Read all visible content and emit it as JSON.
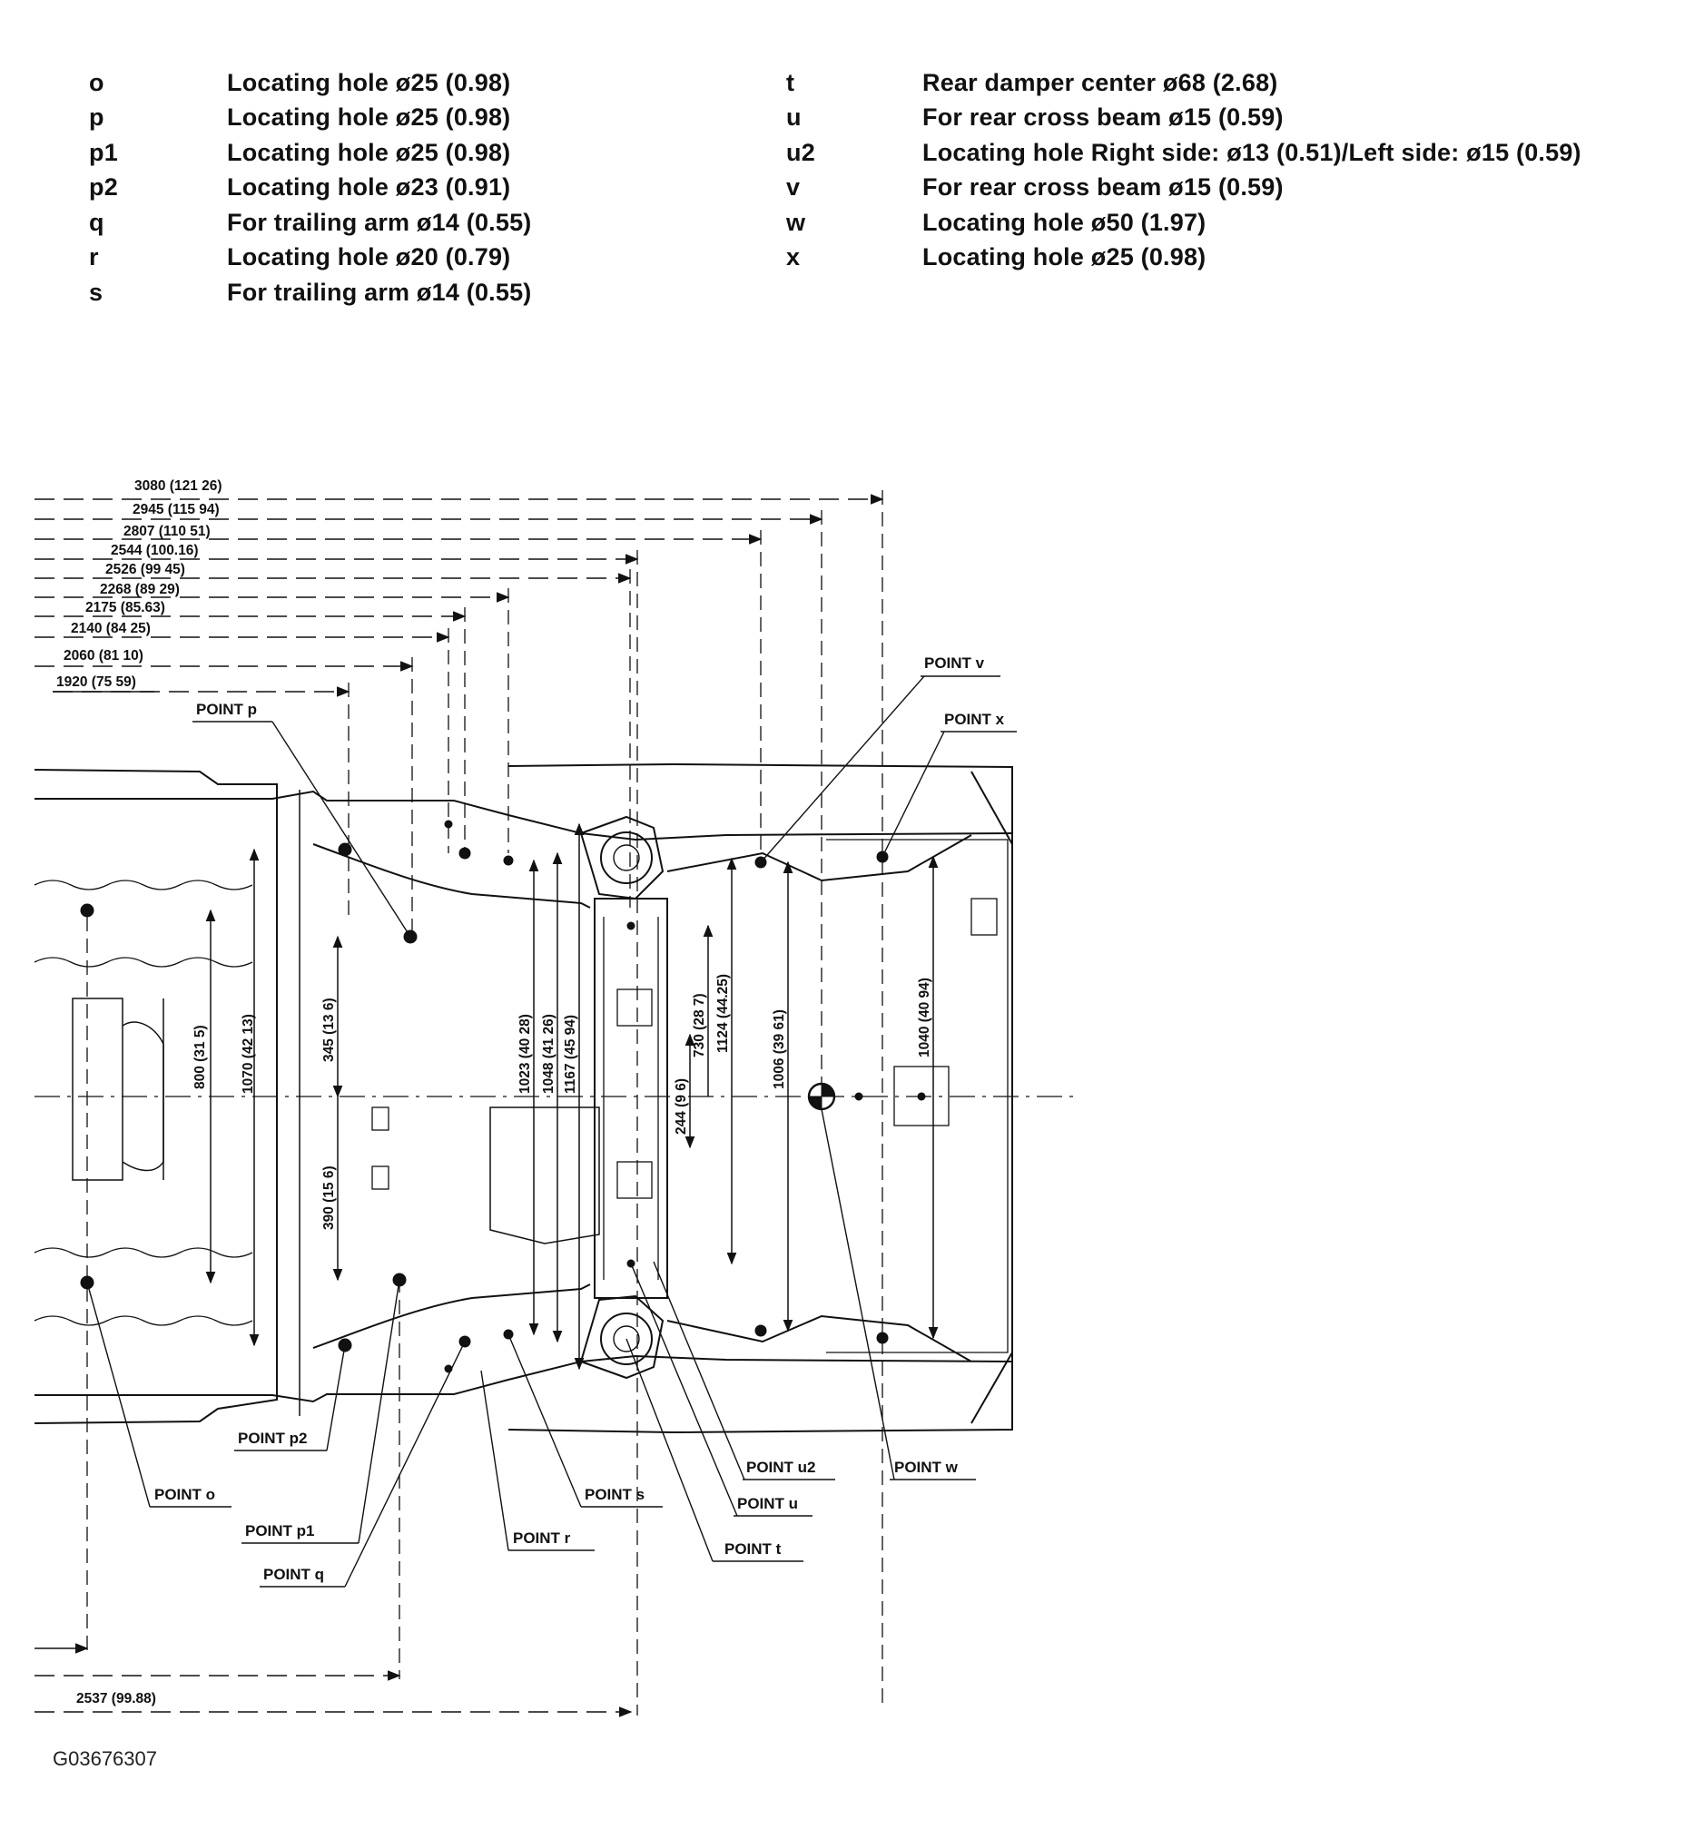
{
  "legend_left": [
    {
      "key": "o",
      "desc": "Locating hole ø25 (0.98)"
    },
    {
      "key": "p",
      "desc": "Locating hole ø25 (0.98)"
    },
    {
      "key": "p1",
      "desc": "Locating hole ø25 (0.98)"
    },
    {
      "key": "p2",
      "desc": "Locating hole ø23 (0.91)"
    },
    {
      "key": "q",
      "desc": "For trailing arm ø14 (0.55)"
    },
    {
      "key": "r",
      "desc": "Locating hole ø20 (0.79)"
    },
    {
      "key": "s",
      "desc": "For trailing arm ø14 (0.55)"
    }
  ],
  "legend_right": [
    {
      "key": "t",
      "desc": "Rear damper center ø68 (2.68)"
    },
    {
      "key": "u",
      "desc": "For rear cross beam ø15 (0.59)"
    },
    {
      "key": "u2",
      "desc": "Locating hole  Right side: ø13 (0.51)/Left side: ø15 (0.59)"
    },
    {
      "key": "v",
      "desc": "For rear cross beam ø15 (0.59)"
    },
    {
      "key": "w",
      "desc": "Locating hole ø50 (1.97)"
    },
    {
      "key": "x",
      "desc": "Locating hole ø25 (0.98)"
    }
  ],
  "horizontal_dimensions": [
    "3080 (121 26)",
    "2945 (115 94)",
    "2807 (110 51)",
    "2544 (100.16)",
    "2526 (99 45)",
    "2268 (89 29)",
    "2175 (85.63)",
    "2140 (84 25)",
    "2060 (81 10)",
    "1920 (75 59)"
  ],
  "bottom_dimension": "2537 (99.88)",
  "vertical_dimensions": {
    "d800": "800 (31 5)",
    "d1070": "1070 (42 13)",
    "d345": "345 (13 6)",
    "d390": "390 (15 6)",
    "d1023": "1023 (40 28)",
    "d1048": "1048 (41 26)",
    "d1167": "1167 (45 94)",
    "d244": "244 (9 6)",
    "d730": "730 (28 7)",
    "d1124": "1124 (44.25)",
    "d1006": "1006 (39 61)",
    "d1040": "1040 (40 94)"
  },
  "callouts": {
    "p": "POINT p",
    "v": "POINT v",
    "x": "POINT x",
    "p2": "POINT p2",
    "o": "POINT o",
    "p1": "POINT p1",
    "q": "POINT q",
    "r": "POINT r",
    "s": "POINT s",
    "u2": "POINT u2",
    "u": "POINT u",
    "t": "POINT t",
    "w": "POINT w"
  },
  "figure_code": "G03676307"
}
